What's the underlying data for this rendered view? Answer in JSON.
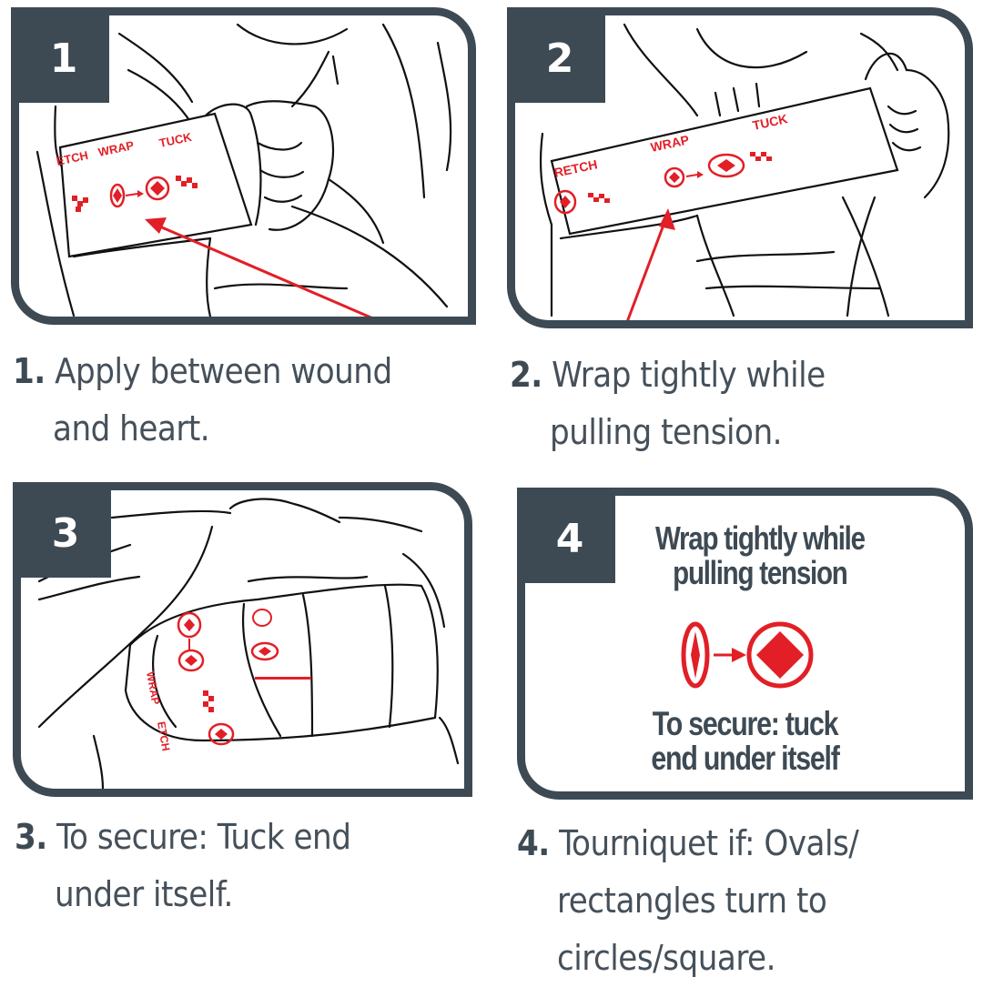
{
  "colors": {
    "frame": "#3d4a54",
    "accent_red": "#e21f26",
    "text": "#45505a",
    "line_art": "#111111"
  },
  "panels": [
    {
      "number": "1",
      "illustration": "hand-applying-bandage-to-upper-arm",
      "band_labels": [
        "ETCH",
        "WRAP",
        "TUCK"
      ],
      "caption_number": "1.",
      "caption_line1": "Apply between wound",
      "caption_line2": "and heart."
    },
    {
      "number": "2",
      "illustration": "hand-stretching-bandage-around-arm",
      "band_labels": [
        "RETCH",
        "WRAP",
        "TUCK"
      ],
      "caption_number": "2.",
      "caption_line1": "Wrap tightly while",
      "caption_line2": "pulling tension."
    },
    {
      "number": "3",
      "illustration": "bandage-wrapped-around-limb",
      "band_labels": [
        "WRAP",
        "ETCH"
      ],
      "caption_number": "3.",
      "caption_line1": "To secure: Tuck end",
      "caption_line2": "under itself."
    },
    {
      "number": "4",
      "heading_line1": "Wrap tightly while",
      "heading_line2": "pulling tension",
      "indicator": "oval-to-circle-square-icon",
      "footer_line1": "To secure:  tuck",
      "footer_line2": "end under itself",
      "caption_number": "4.",
      "caption_line1": "Tourniquet if: Ovals/",
      "caption_line2": "rectangles turn to",
      "caption_line3": "circles/square."
    }
  ]
}
